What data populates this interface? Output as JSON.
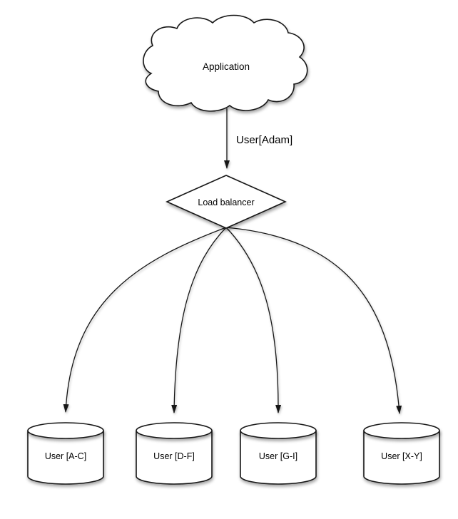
{
  "diagram": {
    "cloud": {
      "label": "Application"
    },
    "request_edge": {
      "label": "User[Adam]"
    },
    "diamond": {
      "label": "Load balancer"
    },
    "shards": [
      {
        "label": "User [A-C]"
      },
      {
        "label": "User [D-F]"
      },
      {
        "label": "User [G-I]"
      },
      {
        "label": "User [X-Y]"
      }
    ],
    "colors": {
      "stroke": "#161616",
      "shape_fill": "#ffffff",
      "text": "#000000",
      "background": "#ffffff"
    }
  }
}
